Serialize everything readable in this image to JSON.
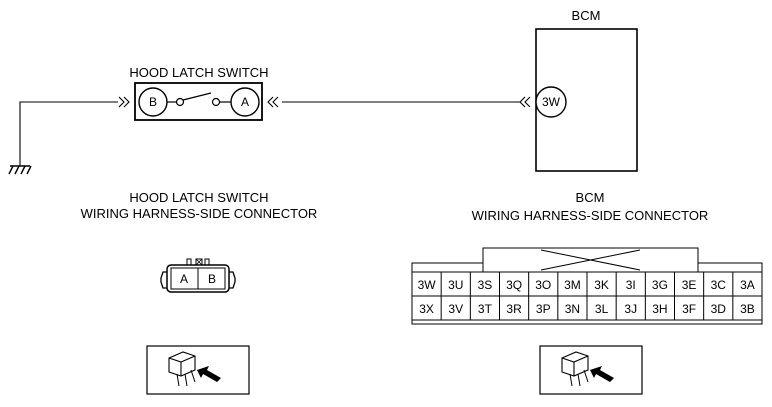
{
  "bcm": {
    "title": "BCM",
    "terminal": "3W"
  },
  "hood_switch": {
    "title": "HOOD LATCH SWITCH",
    "terminal_b": "B",
    "terminal_a": "A"
  },
  "labels": {
    "hood_connector_line1": "HOOD LATCH SWITCH",
    "hood_connector_line2": "WIRING HARNESS-SIDE CONNECTOR",
    "bcm_connector_line1": "BCM",
    "bcm_connector_line2": "WIRING HARNESS-SIDE CONNECTOR"
  },
  "hood_connector": {
    "pins": [
      "A",
      "B"
    ]
  },
  "bcm_connector": {
    "row1": [
      "3W",
      "3U",
      "3S",
      "3Q",
      "3O",
      "3M",
      "3K",
      "3I",
      "3G",
      "3E",
      "3C",
      "3A"
    ],
    "row2": [
      "3X",
      "3V",
      "3T",
      "3R",
      "3P",
      "3N",
      "3L",
      "3J",
      "3H",
      "3F",
      "3D",
      "3B"
    ]
  },
  "icons": [
    "connector-view-icon",
    "connector-view-icon"
  ]
}
